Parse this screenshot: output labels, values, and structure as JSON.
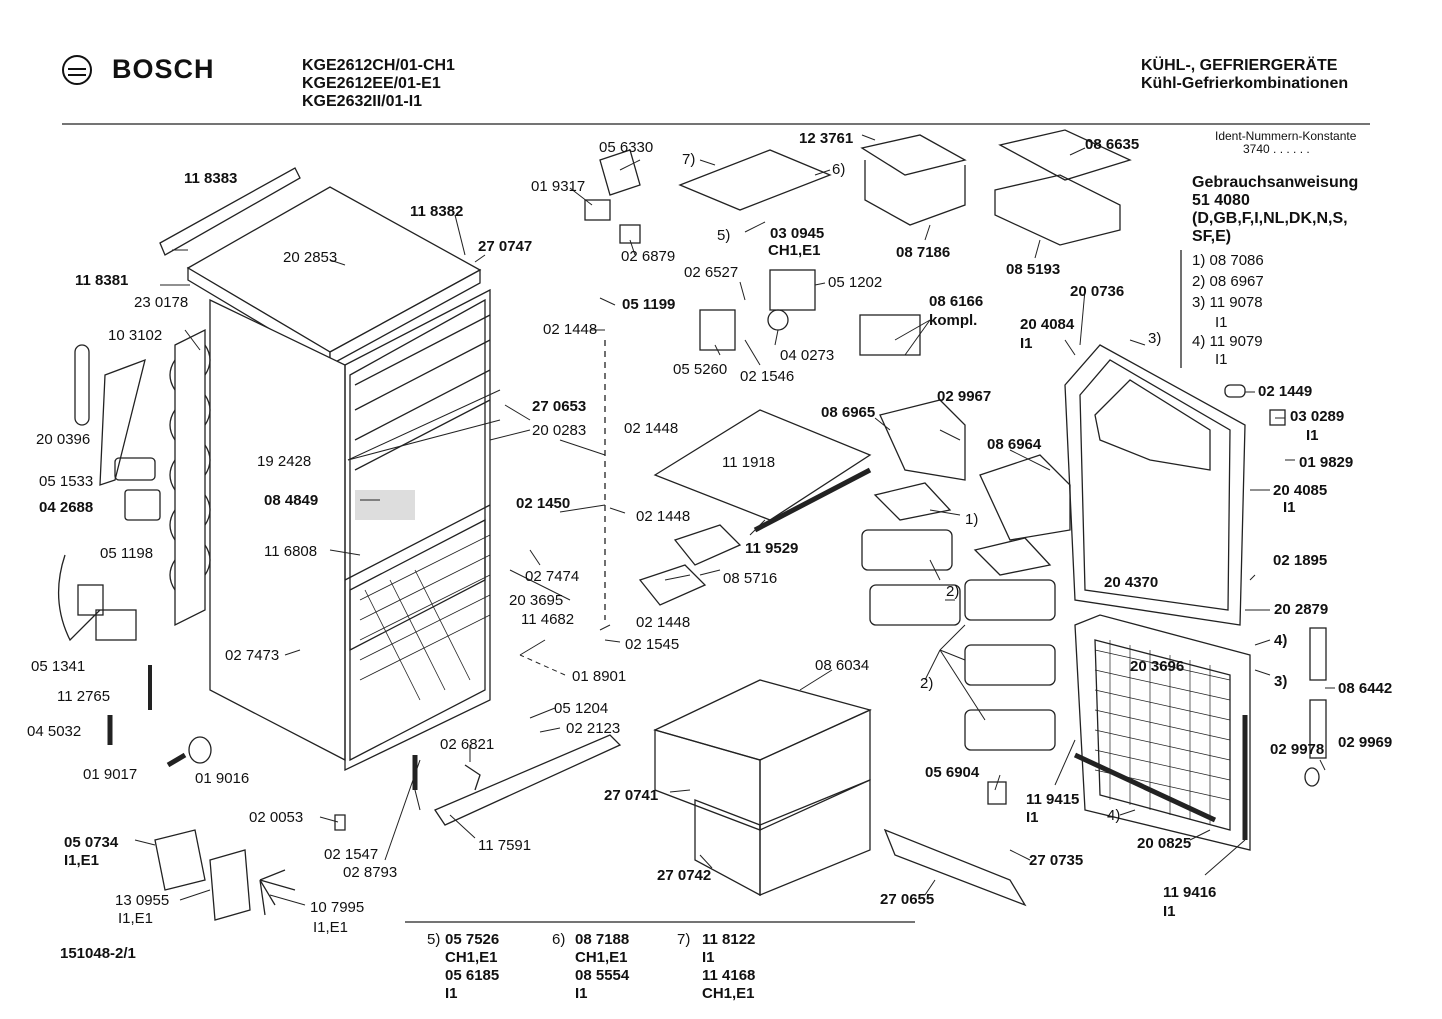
{
  "header": {
    "brand": "BOSCH",
    "models": [
      "KGE2612CH/01-CH1",
      "KGE2612EE/01-E1",
      "KGE2632II/01-I1"
    ],
    "category": [
      "KÜHL-, GEFRIERGERÄTE",
      "Kühl-Gefrierkombinationen"
    ],
    "ident_label": "Ident-Nummern-Konstante",
    "ident_value": "3740  . .   . . . ."
  },
  "manual": {
    "lines": [
      "Gebrauchsanweisung",
      "51 4080",
      "(D,GB,F,I,NL,DK,N,S,",
      "SF,E)"
    ],
    "variants": [
      "1) 08 7086",
      "2) 08 6967",
      "3) 11 9078",
      "I1",
      "4) 11 9079",
      "I1"
    ]
  },
  "labels": [
    "11 8383",
    "11 8382",
    "27 0747",
    "11 8381",
    "20 2853",
    "23 0178",
    "10 3102",
    "20 0396",
    "05 1533",
    "04 2688",
    "05 1198",
    "05 1341",
    "11 2765",
    "04 5032",
    "01 9017",
    "01 9016",
    "19 2428",
    "27 0653",
    "20 0283",
    "08 4849",
    "11 6808",
    "20 3695",
    "11 4682",
    "02 7473",
    "02 7474",
    "01 8901",
    "05 6330",
    "01 9317",
    "02 6879",
    "05 1199",
    "02 1448",
    "02 6527",
    "05 1202",
    "05 5260",
    "02 1546",
    "04 0273",
    "02 1448",
    "02 1450",
    "02 1448",
    "08 5716",
    "02 1448",
    "02 1545",
    "05 1204",
    "02 2123",
    "02 6821",
    "02 0053",
    "02 1547",
    "02 8793",
    "11 7591",
    "05 0734",
    "I1,E1",
    "13 0955",
    "I1,E1",
    "10 7995",
    "I1,E1",
    "7)",
    "6)",
    "5)",
    "03 0945",
    "CH1,E1",
    "12 3761",
    "08 7186",
    "08 6635",
    "08 5193",
    "08 6166",
    "kompl.",
    "11 1918",
    "11 9529",
    "08 6965",
    "02 9967",
    "08 6964",
    "1)",
    "2)",
    "2)",
    "08 6034",
    "27 0741",
    "27 0742",
    "05 6904",
    "27 0735",
    "27 0655",
    "20 0736",
    "20 4084",
    "I1",
    "3)",
    "02 1449",
    "03 0289",
    "I1",
    "01 9829",
    "20 4085",
    "I1",
    "20 4370",
    "02 1895",
    "20 2879",
    "4)",
    "3)",
    "08 6442",
    "20 3696",
    "02 9969",
    "02 9978",
    "11 9415",
    "I1",
    "4)",
    "20 0825",
    "11 9416",
    "I1"
  ],
  "footer": {
    "drawing_no": "151048-2/1",
    "notes": [
      {
        "key": "5)",
        "lines": [
          "05 7526",
          "CH1,E1",
          "05 6185",
          "I1"
        ]
      },
      {
        "key": "6)",
        "lines": [
          "08 7188",
          "CH1,E1",
          "08 5554",
          "I1"
        ]
      },
      {
        "key": "7)",
        "lines": [
          "11 8122",
          "I1",
          "11 4168",
          "CH1,E1"
        ]
      }
    ]
  }
}
